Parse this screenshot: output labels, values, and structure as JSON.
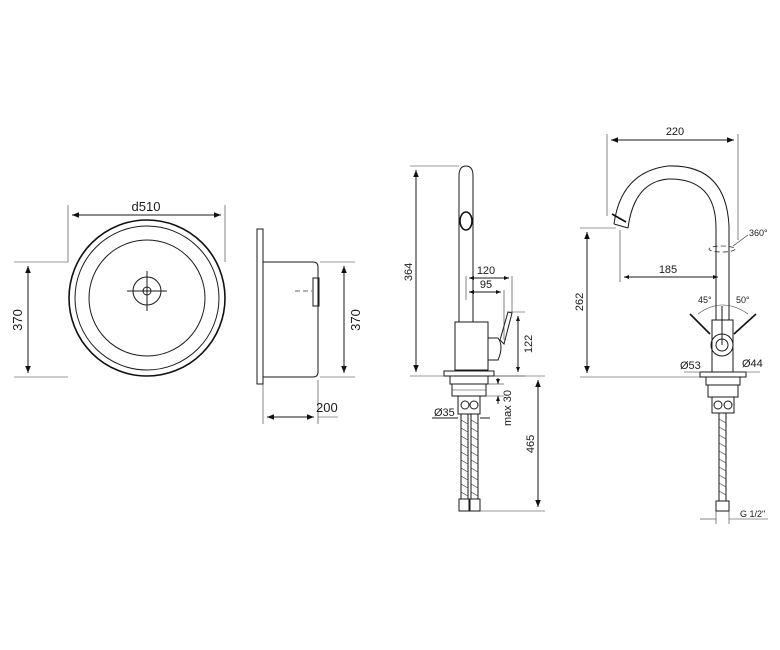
{
  "sink_top": {
    "diameter": "d510",
    "height": "370"
  },
  "sink_side": {
    "height": "370",
    "depth": "200"
  },
  "faucet_side": {
    "height": "364",
    "w120": "120",
    "w95": "95",
    "h122": "122",
    "d35": "Ø35",
    "max30": "max 30",
    "h465": "465"
  },
  "faucet_front": {
    "width": "220",
    "rotation": "360°",
    "reach": "185",
    "height": "262",
    "angle_left": "45°",
    "angle_right": "50°",
    "d53": "Ø53",
    "d44": "Ø44",
    "thread": "G 1/2\""
  }
}
